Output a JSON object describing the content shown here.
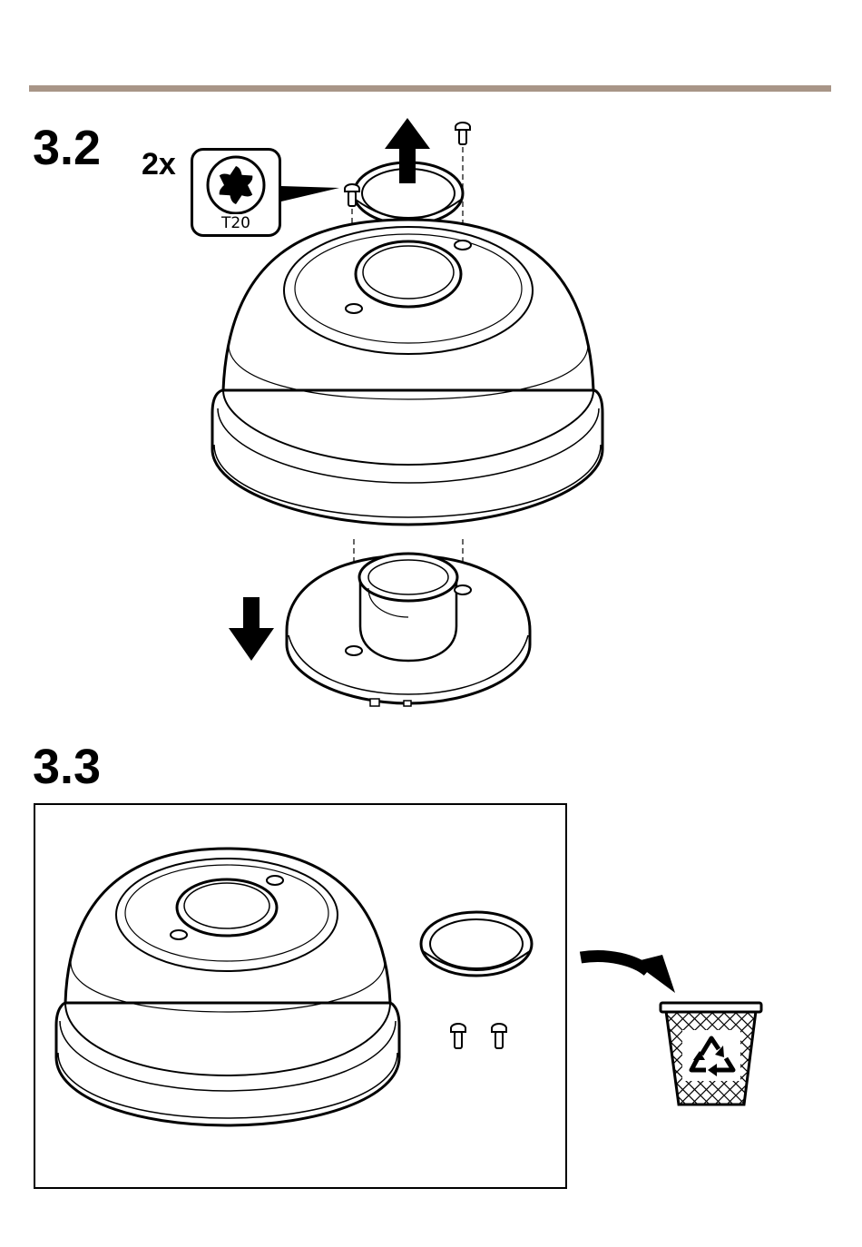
{
  "colors": {
    "rule": "#A89587",
    "ink": "#000000",
    "paper": "#FFFFFF"
  },
  "steps": [
    {
      "label": "3.2",
      "quantity": "2x",
      "tool": {
        "icon": "torx-bit-icon",
        "size": "T20"
      }
    },
    {
      "label": "3.3",
      "disposal_icon": "recycle-bin-icon"
    }
  ]
}
